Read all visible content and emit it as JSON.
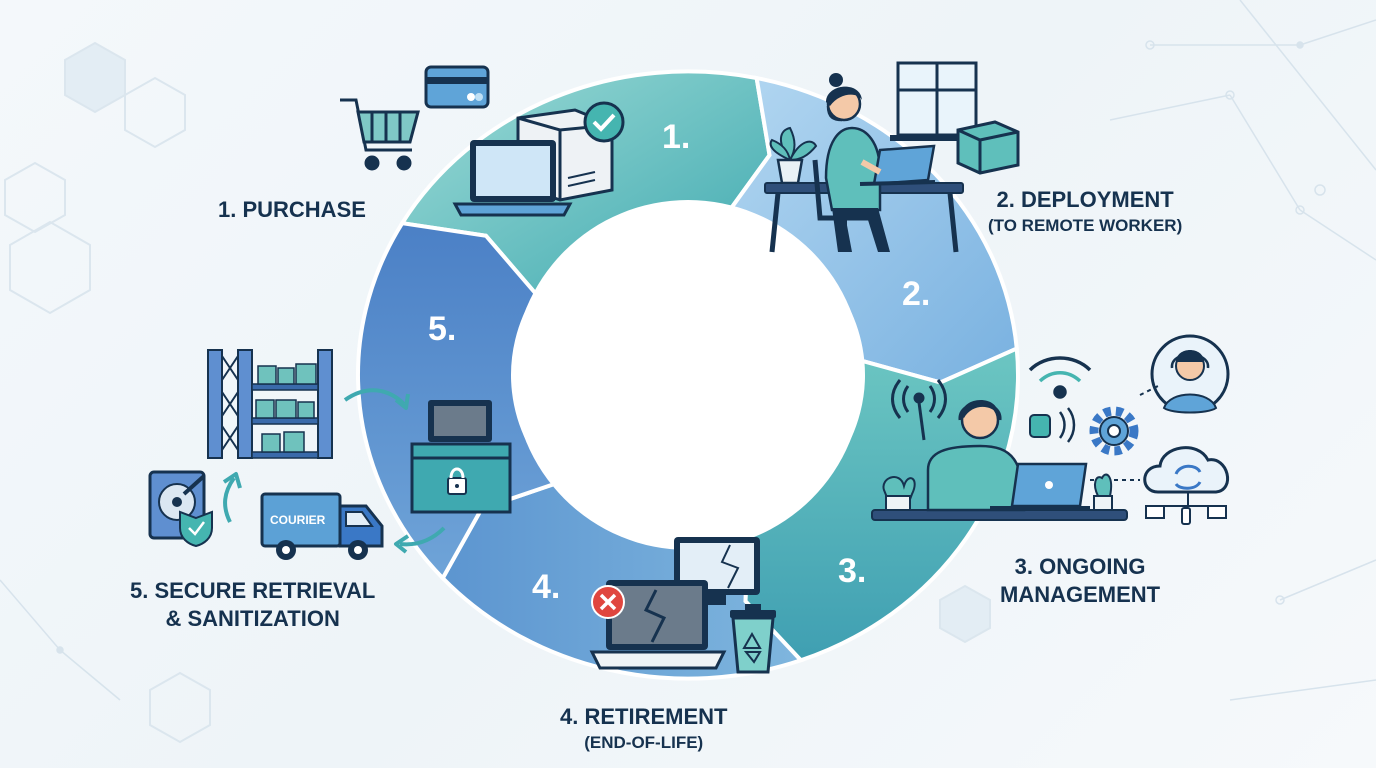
{
  "stages": [
    {
      "number": "1.",
      "title": "1. PURCHASE",
      "subtitle": ""
    },
    {
      "number": "2.",
      "title": "2. DEPLOYMENT",
      "subtitle": "(TO REMOTE WORKER)"
    },
    {
      "number": "3.",
      "title": "3. ONGOING",
      "subtitle": "MANAGEMENT"
    },
    {
      "number": "4.",
      "title": "4. RETIREMENT",
      "subtitle": "(END-OF-LIFE)"
    },
    {
      "number": "5.",
      "title": "5. SECURE RETRIEVAL",
      "subtitle": "& SANITIZATION"
    }
  ],
  "courier_label": "COURIER",
  "icons": [
    "shopping-cart-icon",
    "credit-card-icon",
    "laptop-icon",
    "package-check-icon",
    "remote-worker-icon",
    "window-icon",
    "plant-icon",
    "headset-agent-icon",
    "wifi-icon",
    "antenna-icon",
    "gear-icon",
    "cloud-sync-icon",
    "broken-laptop-icon",
    "error-x-icon",
    "recycle-bin-icon",
    "warehouse-shelf-icon",
    "lockbox-laptop-icon",
    "hard-drive-shield-icon",
    "courier-truck-icon"
  ],
  "colors": {
    "teal": "#4fb8b4",
    "light_blue": "#8ec3e6",
    "mid_blue": "#5d8fd0",
    "navy": "#16324f",
    "accent_red": "#e0463f"
  }
}
